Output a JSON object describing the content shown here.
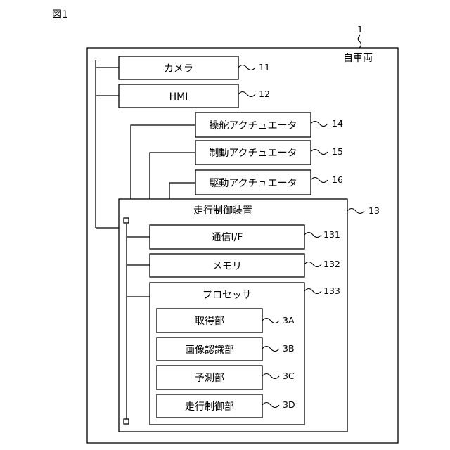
{
  "figure": {
    "label": "図1"
  },
  "vehicle": {
    "ref": "1",
    "label": "自車両"
  },
  "components": {
    "camera": {
      "label": "カメラ",
      "ref": "11"
    },
    "hmi": {
      "label": "HMI",
      "ref": "12"
    },
    "steering": {
      "label": "操舵アクチュエータ",
      "ref": "14"
    },
    "braking": {
      "label": "制動アクチュエータ",
      "ref": "15"
    },
    "driving": {
      "label": "駆動アクチュエータ",
      "ref": "16"
    }
  },
  "controller": {
    "label": "走行制御装置",
    "ref": "13",
    "comm": {
      "label": "通信I/F",
      "ref": "131"
    },
    "memory": {
      "label": "メモリ",
      "ref": "132"
    },
    "processor": {
      "label": "プロセッサ",
      "ref": "133",
      "units": [
        {
          "label": "取得部",
          "ref": "3A"
        },
        {
          "label": "画像認識部",
          "ref": "3B"
        },
        {
          "label": "予測部",
          "ref": "3C"
        },
        {
          "label": "走行制御部",
          "ref": "3D"
        }
      ]
    }
  }
}
